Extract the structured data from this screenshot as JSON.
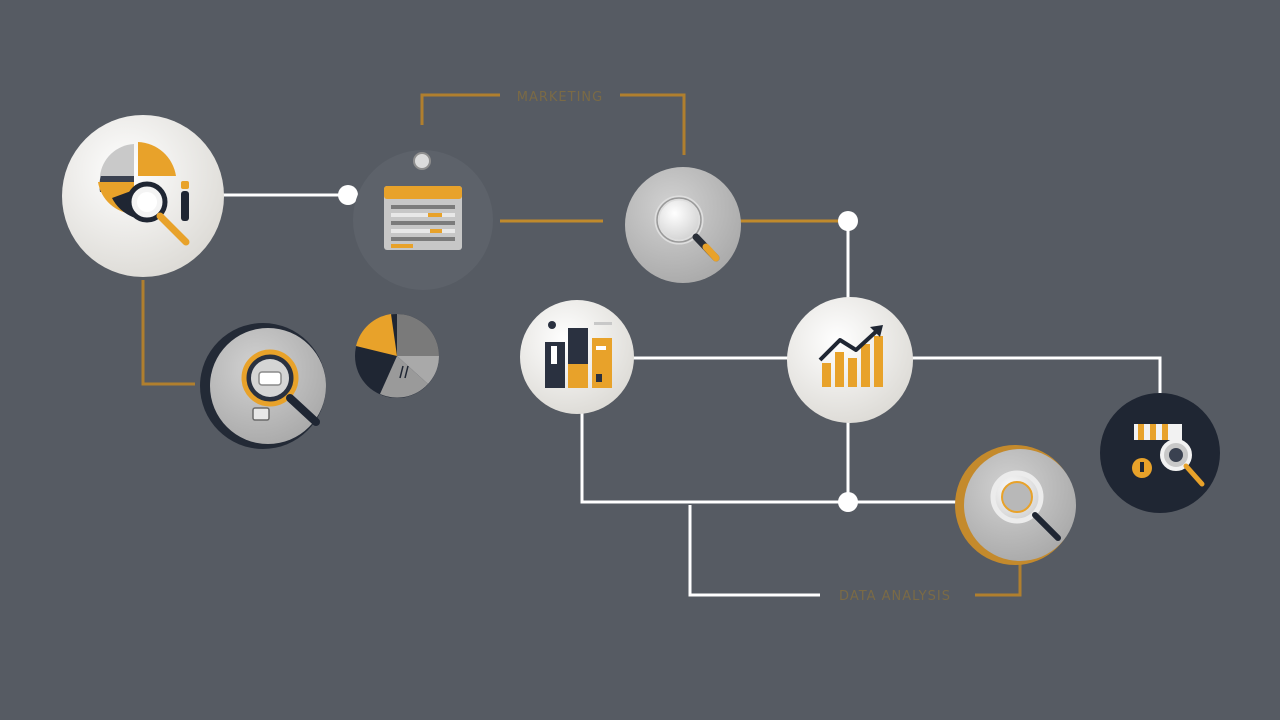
{
  "diagram": {
    "labels": {
      "top_connector": "MARKETING",
      "bottom_connector": "DATA ANALYSIS"
    },
    "colors": {
      "background": "#565b63",
      "accent": "#e8a22a",
      "dark": "#1f2633",
      "light_node": "#f0efeb",
      "mid_node": "#bdbdbd",
      "connector_white": "#ffffff",
      "connector_gold": "#b07f2e"
    },
    "nodes": [
      {
        "id": "pie-magnifier",
        "icon": "pie-chart-magnifier-icon"
      },
      {
        "id": "data-table",
        "icon": "table-document-icon"
      },
      {
        "id": "search-top",
        "icon": "magnifier-icon"
      },
      {
        "id": "analytics-left",
        "icon": "magnifier-icon"
      },
      {
        "id": "dark-pie",
        "icon": "pie-chart-icon"
      },
      {
        "id": "bar-report",
        "icon": "bar-report-icon"
      },
      {
        "id": "growth-chart",
        "icon": "growth-chart-icon"
      },
      {
        "id": "shop-search",
        "icon": "store-magnifier-icon"
      },
      {
        "id": "search-bottom",
        "icon": "magnifier-icon"
      }
    ]
  }
}
